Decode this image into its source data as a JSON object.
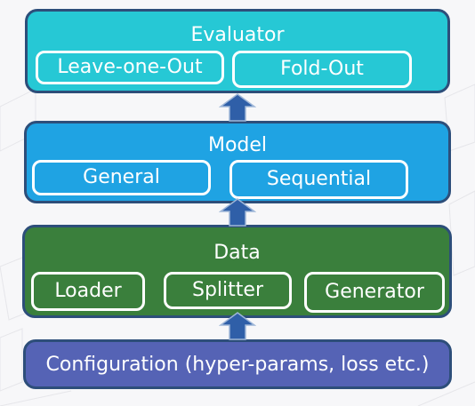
{
  "diagram": {
    "evaluator": {
      "title": "Evaluator",
      "items": [
        "Leave-one-Out",
        "Fold-Out"
      ]
    },
    "model": {
      "title": "Model",
      "items": [
        "General",
        "Sequential"
      ]
    },
    "data": {
      "title": "Data",
      "items": [
        "Loader",
        "Splitter",
        "Generator"
      ]
    },
    "configuration": {
      "title": "Configuration (hyper-params, loss etc.)"
    }
  },
  "colors": {
    "evaluator": "#26c8d5",
    "model": "#1fa3e3",
    "data": "#3a7f3c",
    "configuration": "#5563b5",
    "border": "#2d4e7a"
  }
}
